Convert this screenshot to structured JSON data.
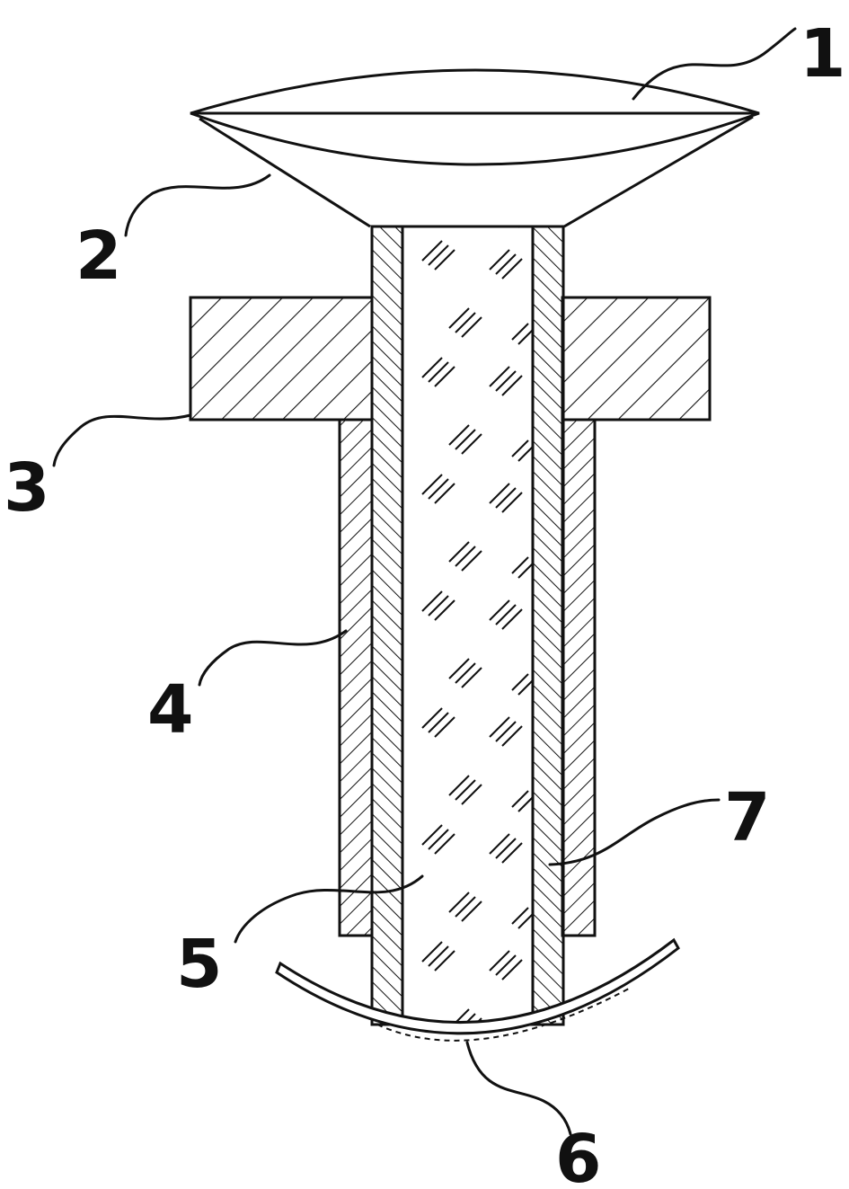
{
  "callouts": [
    {
      "id": "1",
      "label": "1"
    },
    {
      "id": "2",
      "label": "2"
    },
    {
      "id": "3",
      "label": "3"
    },
    {
      "id": "4",
      "label": "4"
    },
    {
      "id": "5",
      "label": "5"
    },
    {
      "id": "6",
      "label": "6"
    },
    {
      "id": "7",
      "label": "7"
    }
  ],
  "colors": {
    "line": "#111111",
    "background": "#ffffff"
  }
}
